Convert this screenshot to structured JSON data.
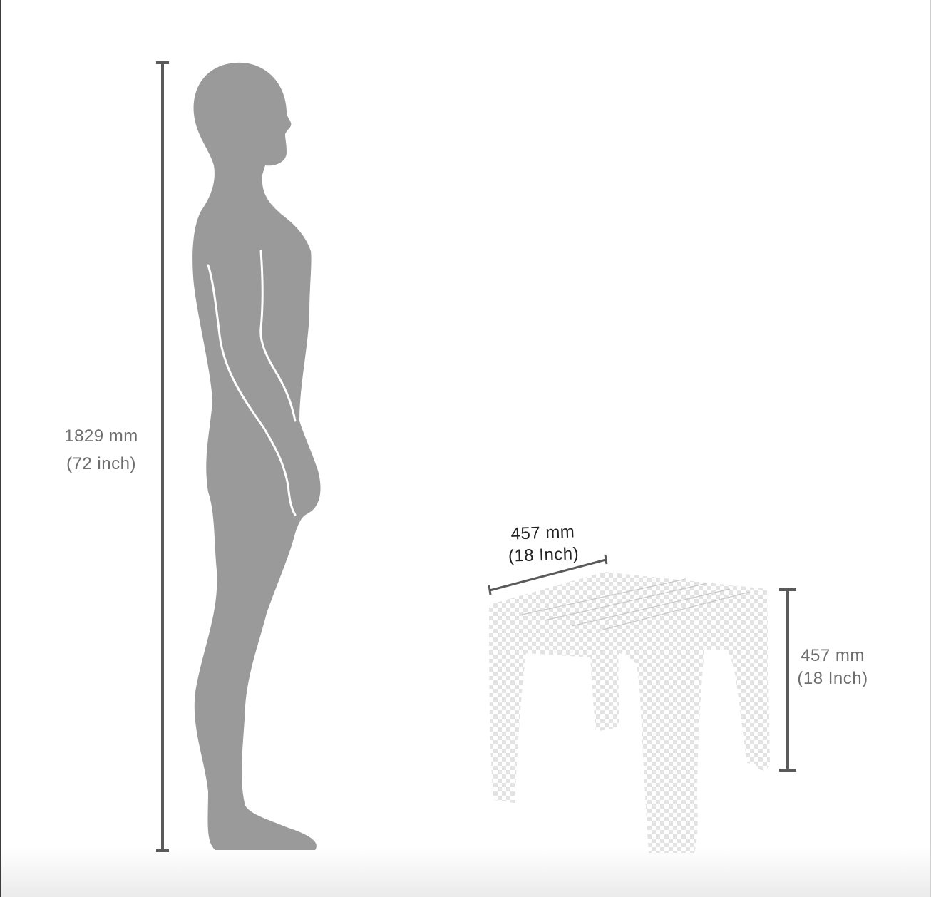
{
  "person": {
    "height_mm": "1829 mm",
    "height_inch": "(72 inch)"
  },
  "stool": {
    "width_mm": "457 mm",
    "width_inch": "(18 Inch)",
    "height_mm": "457 mm",
    "height_inch": "(18 Inch)"
  },
  "colors": {
    "silhouette": "#9a9a9a",
    "dimension_line": "#5a5a5a",
    "checker_light": "#ffffff",
    "checker_dark": "#e3e3e3"
  }
}
